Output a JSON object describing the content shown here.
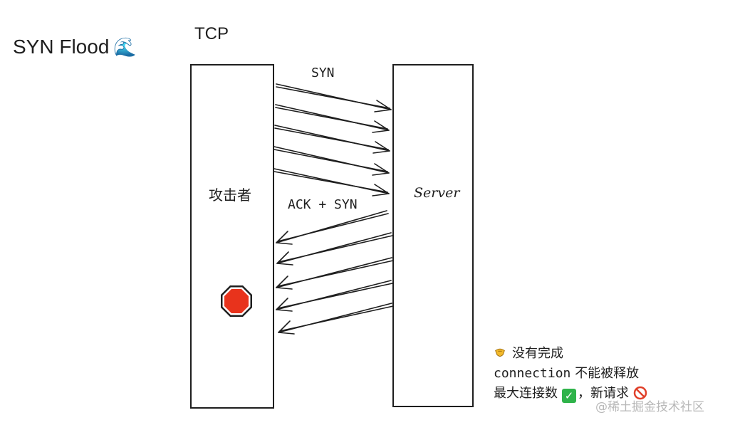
{
  "title": {
    "text": "SYN Flood",
    "emoji": "🌊"
  },
  "protocol": "TCP",
  "attacker": {
    "label": "攻击者"
  },
  "server": {
    "label": "Server"
  },
  "arrows": {
    "syn_label": "SYN",
    "ack_label": "ACK + SYN",
    "syn_count": 5,
    "ack_count": 5
  },
  "notes": {
    "line1": "没有完成",
    "line2_code": "connection",
    "line2_text": " 不能被释放",
    "line3_a": "最大连接数",
    "line3_b": "，新请求"
  },
  "icons": {
    "stop": "stop-sign-icon",
    "pin": "pin-icon",
    "check": "check-icon",
    "no_entry": "no-entry-icon",
    "wave": "wave-icon"
  },
  "colors": {
    "stop": "#e8331c",
    "check": "#2fb34a",
    "no_entry": "#e0402a"
  },
  "watermark": "@稀土掘金技术社区"
}
